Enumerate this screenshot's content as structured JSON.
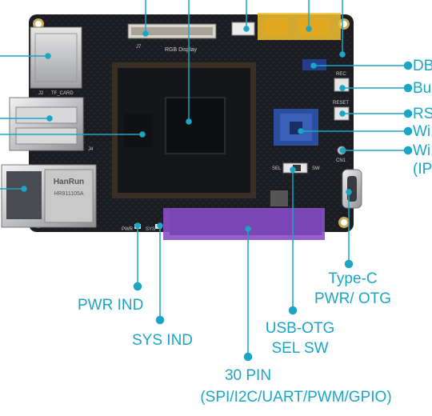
{
  "board": {
    "silkscreen": {
      "rgb_display": "RGB Display",
      "tf_card": "TF_CARD",
      "reset": "RESET",
      "rec": "REC",
      "pwr": "PWR",
      "sys": "SYS",
      "sel": "SEL",
      "sw": "SW",
      "cn1": "CN1",
      "j7": "J7",
      "j2": "J2",
      "j4": "J4"
    },
    "ethernet_brand": "HanRun",
    "ethernet_model": "HR911105A"
  },
  "callouts": {
    "right": [
      "DB",
      "Bu",
      "RS",
      "Wi",
      "Wi",
      "(IP"
    ],
    "pwr_ind": "PWR IND",
    "sys_ind": "SYS IND",
    "typec_line1": "Type-C",
    "typec_line2": "PWR/ OTG",
    "usbotg_line1": "USB-OTG",
    "usbotg_line2": "SEL SW",
    "pin_line1": "30 PIN",
    "pin_line2": "(SPI/I2C/UART/PWM/GPIO)"
  },
  "colors": {
    "callout": "#1aa6c4",
    "pcb": "#1c1d22",
    "header_highlight": "#8b4fc7",
    "connector_highlight": "#f2c230",
    "wifi_module": "#2b4fa0"
  }
}
